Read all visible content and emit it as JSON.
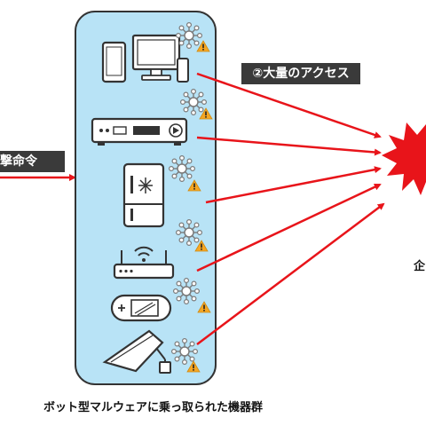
{
  "command_label": "撃命令",
  "access_label": "②大量のアクセス",
  "caption": "ボット型マルウェアに乗っ取られた機器群",
  "target_label": "企",
  "devices": [
    "pc-and-tablet",
    "set-top-box",
    "refrigerator",
    "wifi-router",
    "card-terminal",
    "security-camera"
  ],
  "colors": {
    "panel_fill": "#b8e3f6",
    "panel_stroke": "#333333",
    "arrow": "#e8141a",
    "label_bg": "#3a3a3a",
    "warning": "#f5a623",
    "virus": "#8a8a8a"
  }
}
